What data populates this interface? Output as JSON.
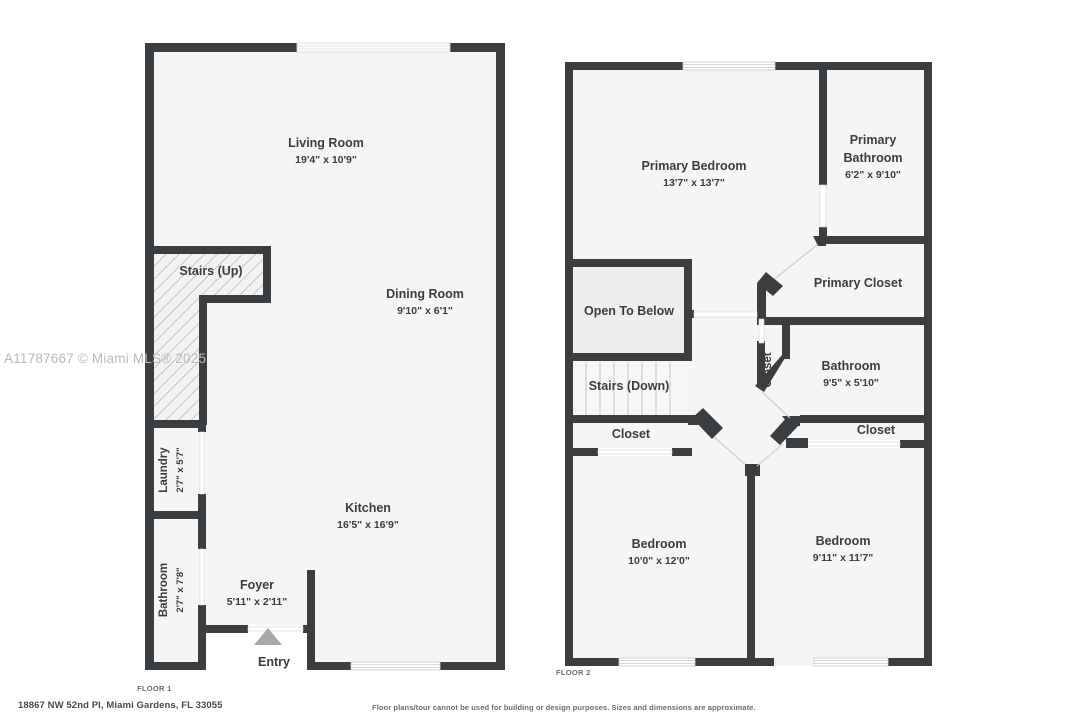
{
  "watermark": "A11787667 © Miami MLS® 2025",
  "address": "18867 NW 52nd Pl, Miami Gardens, FL 33055",
  "disclaimer": "Floor plans/tour cannot be used for building or design purposes. Sizes and dimensions are approximate.",
  "colors": {
    "wall": "#3b3e40",
    "room_fill": "#f5f5f5",
    "open_below_fill": "#eeeeee",
    "page_background": "#ffffff",
    "text": "#3c3c3c",
    "watermark": "#b9b9b9",
    "entry_arrow": "#a8a8a8"
  },
  "floor1": {
    "tag": "FLOOR 1",
    "rooms": [
      {
        "name": "Living Room",
        "dimensions": "19'4\" x 10'9\""
      },
      {
        "name": "Dining Room",
        "dimensions": "9'10\" x 6'1\""
      },
      {
        "name": "Kitchen",
        "dimensions": "16'5\" x 16'9\""
      },
      {
        "name": "Foyer",
        "dimensions": "5'11\" x 2'11\""
      },
      {
        "name": "Laundry",
        "dimensions": "2'7\" x 5'7\""
      },
      {
        "name": "Bathroom",
        "dimensions": "2'7\" x 7'8\""
      },
      {
        "name": "Stairs (Up)",
        "dimensions": ""
      },
      {
        "name": "Entry",
        "dimensions": ""
      }
    ]
  },
  "floor2": {
    "tag": "FLOOR 2",
    "rooms": [
      {
        "name": "Primary Bedroom",
        "dimensions": "13'7\" x 13'7\""
      },
      {
        "name": "Primary Bathroom",
        "dimensions": "6'2\" x 9'10\""
      },
      {
        "name": "Primary Closet",
        "dimensions": ""
      },
      {
        "name": "Bathroom",
        "dimensions": "9'5\" x 5'10\""
      },
      {
        "name": "Bedroom",
        "dimensions": "10'0\" x 12'0\""
      },
      {
        "name": "Bedroom",
        "dimensions": "9'11\" x 11'7\""
      },
      {
        "name": "Open To Below",
        "dimensions": ""
      },
      {
        "name": "Stairs (Down)",
        "dimensions": ""
      },
      {
        "name": "Closet",
        "dimensions": ""
      },
      {
        "name": "Closet",
        "dimensions": ""
      },
      {
        "name": "Closet",
        "dimensions": ""
      }
    ]
  }
}
